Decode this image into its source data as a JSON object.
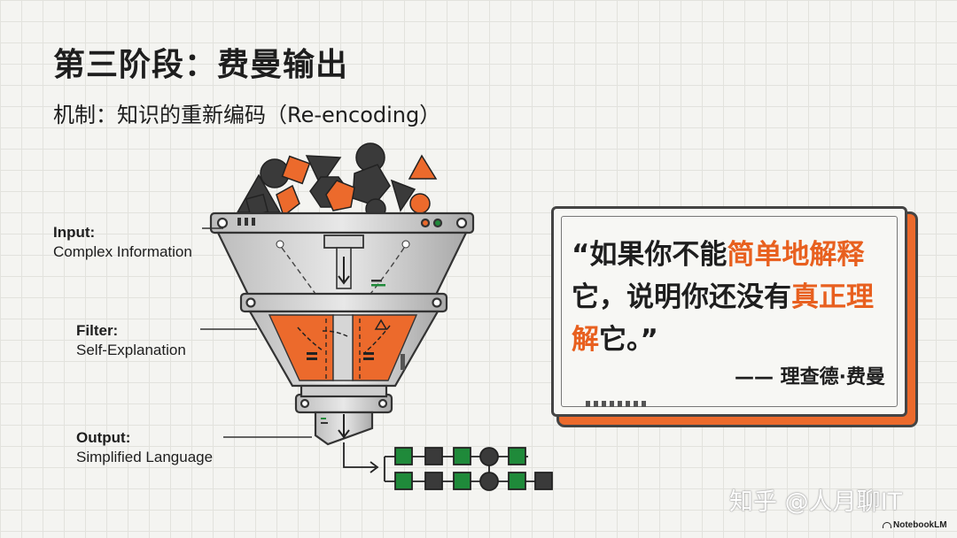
{
  "title": "第三阶段：费曼输出",
  "subtitle": "机制：知识的重新编码（Re-encoding）",
  "labels": {
    "input": {
      "heading": "Input:",
      "desc": "Complex Information"
    },
    "filter": {
      "heading": "Filter:",
      "desc": "Self-Explanation"
    },
    "output": {
      "heading": "Output:",
      "desc": "Simplified Language"
    }
  },
  "quote": {
    "open": "“",
    "part1": "如果你不能",
    "hl1": "简单地解释",
    "part2": "它，说明你还没有",
    "hl2": "真正理解",
    "part3": "它。",
    "close": "”",
    "author": "—— 理查德·费曼"
  },
  "watermark": "知乎 @人月聊IT",
  "brand": "NotebookLM",
  "colors": {
    "accent": "#ec6a2c",
    "ink": "#3a3a3a",
    "output_block": "#1f8a3a"
  },
  "icons": [
    "funnel-machine-icon",
    "notebooklm-logo-icon"
  ]
}
